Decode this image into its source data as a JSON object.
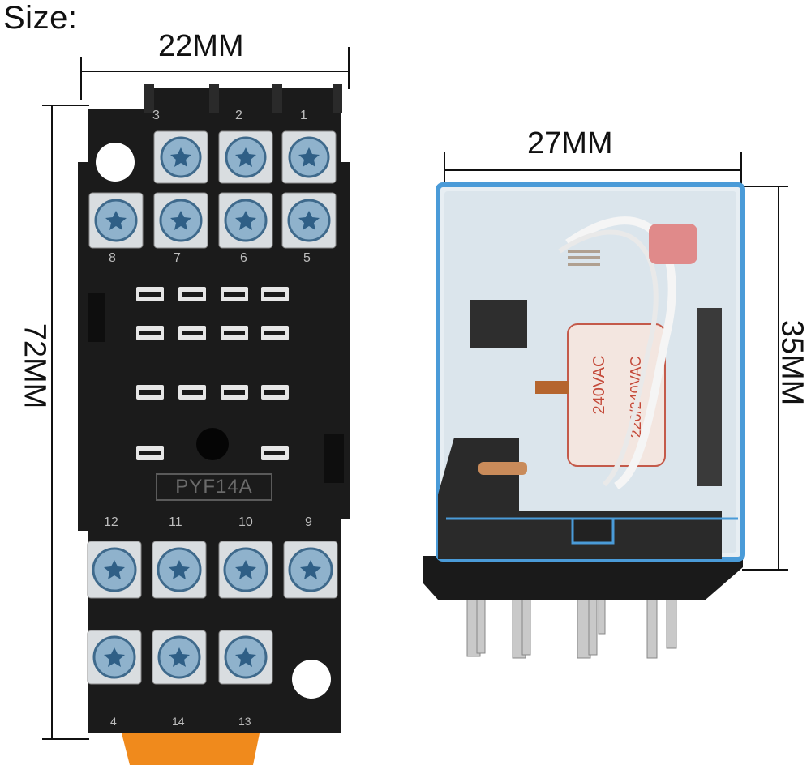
{
  "title": "Size:",
  "dimensions": {
    "base_width": "22MM",
    "base_height": "72MM",
    "relay_width": "27MM",
    "relay_height": "35MM"
  },
  "base": {
    "model_marking": "PYF14A",
    "terminal_numbers_top_row": [
      "3",
      "2",
      "1"
    ],
    "terminal_numbers_second_row": [
      "8",
      "7",
      "6",
      "5"
    ],
    "terminal_numbers_third_row": [
      "12",
      "11",
      "10",
      "9"
    ],
    "terminal_numbers_bottom_row": [
      "4",
      "14",
      "13"
    ]
  },
  "relay": {
    "coil_label_1": "240VAC",
    "coil_label_2": "220/240VAC",
    "coil_label_3": "220"
  },
  "colors": {
    "base_body": "#1b1b1b",
    "relay_cover": "#4a9bd8",
    "coil": "#f3e6e0",
    "screws": "#8fb2cc",
    "clip": "#f08a1c"
  }
}
